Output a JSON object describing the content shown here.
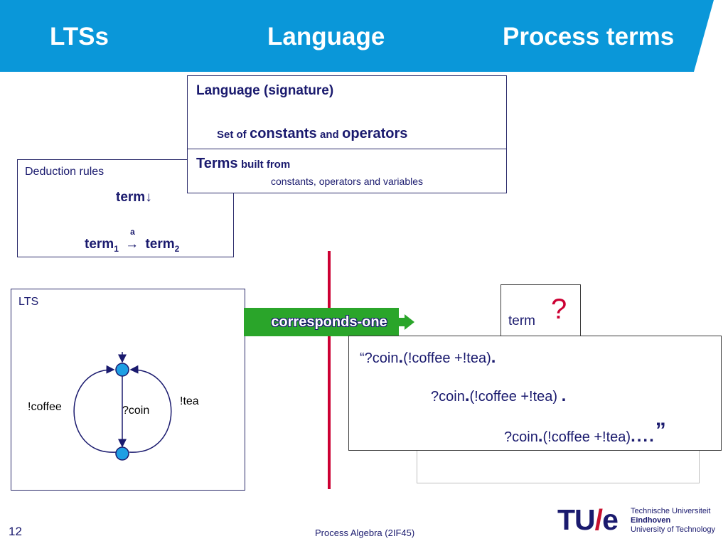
{
  "header": {
    "col1": "LTSs",
    "col2": "Language",
    "col3": "Process terms",
    "color": "#0a97d9"
  },
  "language_box": {
    "title": "Language (signature)",
    "set_of_small": "Set of",
    "constants_big": "constants",
    "and_small": "and",
    "operators_big": "operators",
    "terms_big": "Terms",
    "built_from_small": "built from",
    "built_from_detail": "constants, operators and variables"
  },
  "deduction_box": {
    "title": "Deduction rules",
    "premise_term": "term",
    "premise_arrow": "↓",
    "concl_term1": "term",
    "sub1": "1",
    "arrow_label": "a",
    "arrow": "→",
    "concl_term2": "term",
    "sub2": "2"
  },
  "lts_box": {
    "title": "LTS",
    "labels": {
      "coffee": "!coffee",
      "coin": "?coin",
      "tea": "!tea"
    },
    "node_color": "#1e9fe3"
  },
  "badge": {
    "label": "corresponds-one",
    "color": "#2aa52a"
  },
  "term_box": {
    "label": "term",
    "question": "?"
  },
  "process_box": {
    "line1_open": "“?coin",
    "line1_rest": "(!coffee +!tea)",
    "line2": "?coin",
    "line2_rest": "(!coffee +!tea)",
    "line3": "?coin",
    "line3_rest": "(!coffee +!tea)",
    "dots": "....",
    "close_quote": "”"
  },
  "divider_color": "#cc0033",
  "footer": {
    "page_number": "12",
    "course": "Process Algebra (2IF45)",
    "logo_tu": "TU",
    "logo_slash": "/",
    "logo_e": "e",
    "logo_line1": "Technische Universiteit",
    "logo_line2": "Eindhoven",
    "logo_line3": "University of Technology"
  }
}
